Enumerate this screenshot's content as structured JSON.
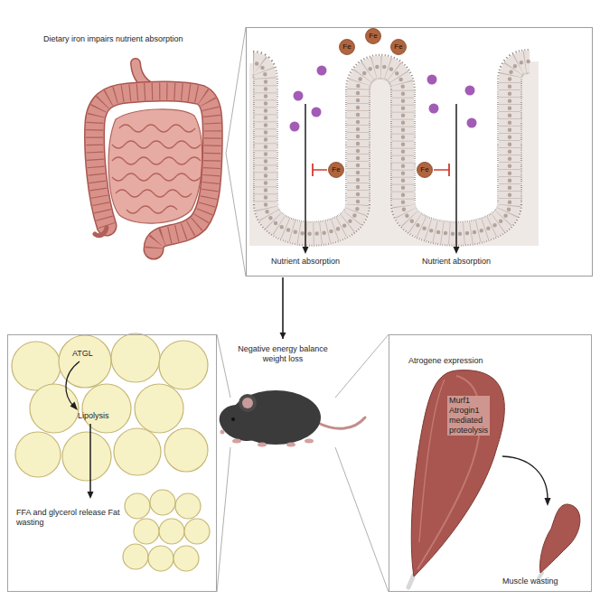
{
  "diagram": {
    "nodes": [
      {
        "text": [
          "Dietary iron impairs nutrient absorption"
        ]
      },
      {
        "text": [
          "Nutrient absorption",
          "Nutrient absorption"
        ]
      },
      {
        "text": [
          "Fe"
        ],
        "in": 1
      },
      {
        "text": [
          "Fe"
        ],
        "in": 1
      },
      {
        "text": [
          "Fe"
        ],
        "in": 1
      },
      {
        "text": [
          "Fe"
        ],
        "in": 1
      },
      {
        "text": [
          "Fe"
        ],
        "in": 1
      },
      {
        "text": [
          "Negative energy balance weight loss"
        ]
      },
      {
        "text": [
          "ATGL",
          "Lipolysis",
          "FFA and glycerol release Fat wasting"
        ]
      },
      {
        "text": [
          "Atrogene expression",
          "Murf1 Atrogin1 mediated proteolysis",
          "Muscle wasting"
        ]
      }
    ],
    "edges": [
      {
        "from": 0,
        "to": 1,
        "arrow": "none"
      },
      {
        "from": 1,
        "to": 7,
        "arrow": "to"
      },
      {
        "from": 7,
        "to": 8,
        "arrow": "none"
      },
      {
        "from": 7,
        "to": 9,
        "arrow": "none"
      }
    ]
  }
}
